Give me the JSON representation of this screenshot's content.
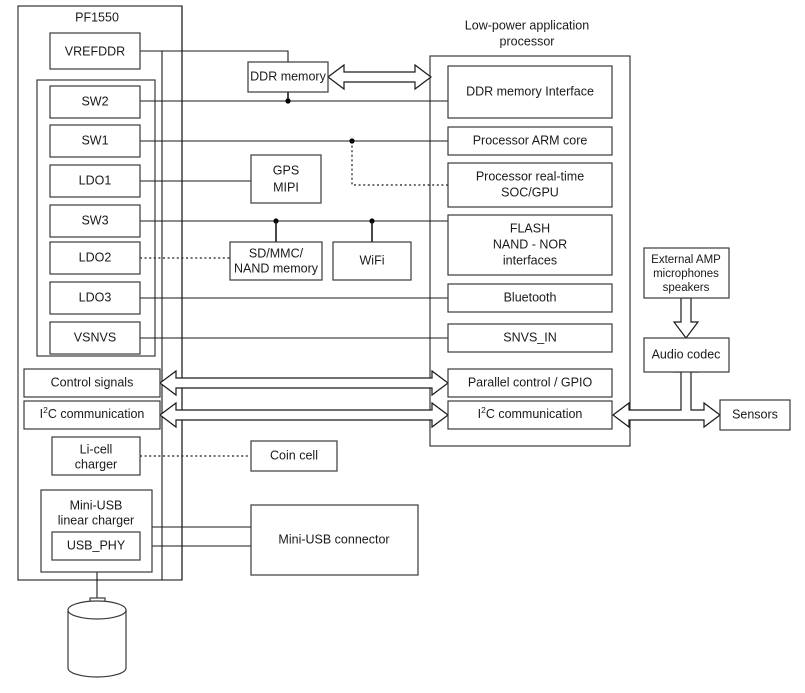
{
  "diagram": {
    "type": "block-diagram",
    "groups": [
      {
        "id": "pf1550",
        "label": "PF1550"
      },
      {
        "id": "app-processor",
        "label": "Low-power application processor"
      }
    ],
    "pmic_rails": {
      "vrefddr": "VREFDDR",
      "regulators": [
        "SW2",
        "SW1",
        "LDO1",
        "SW3",
        "LDO2",
        "LDO3",
        "VSNVS"
      ]
    },
    "pmic_interfaces": {
      "control_signals": "Control signals",
      "i2c_pre": "I",
      "i2c_sup": "2",
      "i2c_post": "C communication"
    },
    "pmic_charging": {
      "li_cell_charger_line1": "Li-cell",
      "li_cell_charger_line2": "charger",
      "mini_usb_charger_line1": "Mini-USB",
      "mini_usb_charger_line2": "linear charger",
      "usb_phy": "USB_PHY"
    },
    "middle_blocks": [
      {
        "id": "ddr-memory",
        "lines": [
          "DDR memory"
        ]
      },
      {
        "id": "gps-mipi",
        "lines": [
          "GPS",
          "MIPI"
        ]
      },
      {
        "id": "sd-mmc-nand-memory",
        "lines": [
          "SD/MMC/",
          "NAND memory"
        ]
      },
      {
        "id": "wifi",
        "lines": [
          "WiFi"
        ]
      },
      {
        "id": "coin-cell",
        "lines": [
          "Coin cell"
        ]
      },
      {
        "id": "mini-usb-connector",
        "lines": [
          "Mini-USB connector"
        ]
      }
    ],
    "processor_blocks": [
      {
        "id": "ddr-memory-interface",
        "lines": [
          "DDR memory Interface"
        ]
      },
      {
        "id": "processor-arm-core",
        "lines": [
          "Processor ARM core"
        ]
      },
      {
        "id": "processor-real-time-soc-gpu",
        "lines": [
          "Processor real-time",
          "SOC/GPU"
        ]
      },
      {
        "id": "flash-nand-nor",
        "lines": [
          "FLASH",
          "NAND - NOR",
          "interfaces"
        ]
      },
      {
        "id": "bluetooth",
        "lines": [
          "Bluetooth"
        ]
      },
      {
        "id": "snvs-in",
        "lines": [
          "SNVS_IN"
        ]
      },
      {
        "id": "parallel-control-gpio",
        "lines": [
          "Parallel control / GPIO"
        ]
      }
    ],
    "processor_i2c": {
      "i2c_pre": "I",
      "i2c_sup": "2",
      "i2c_post": "C communication"
    },
    "peripherals": [
      {
        "id": "external-amp",
        "lines": [
          "External AMP",
          "microphones",
          "speakers"
        ]
      },
      {
        "id": "audio-codec",
        "lines": [
          "Audio codec"
        ]
      },
      {
        "id": "sensors",
        "lines": [
          "Sensors"
        ]
      }
    ],
    "battery": {
      "id": "battery-cell",
      "label": ""
    },
    "colors": {
      "stroke": "#3a3a3a",
      "wire": "#1a1a1a",
      "fill": "#ffffff",
      "text": "#1a1a1a"
    }
  }
}
